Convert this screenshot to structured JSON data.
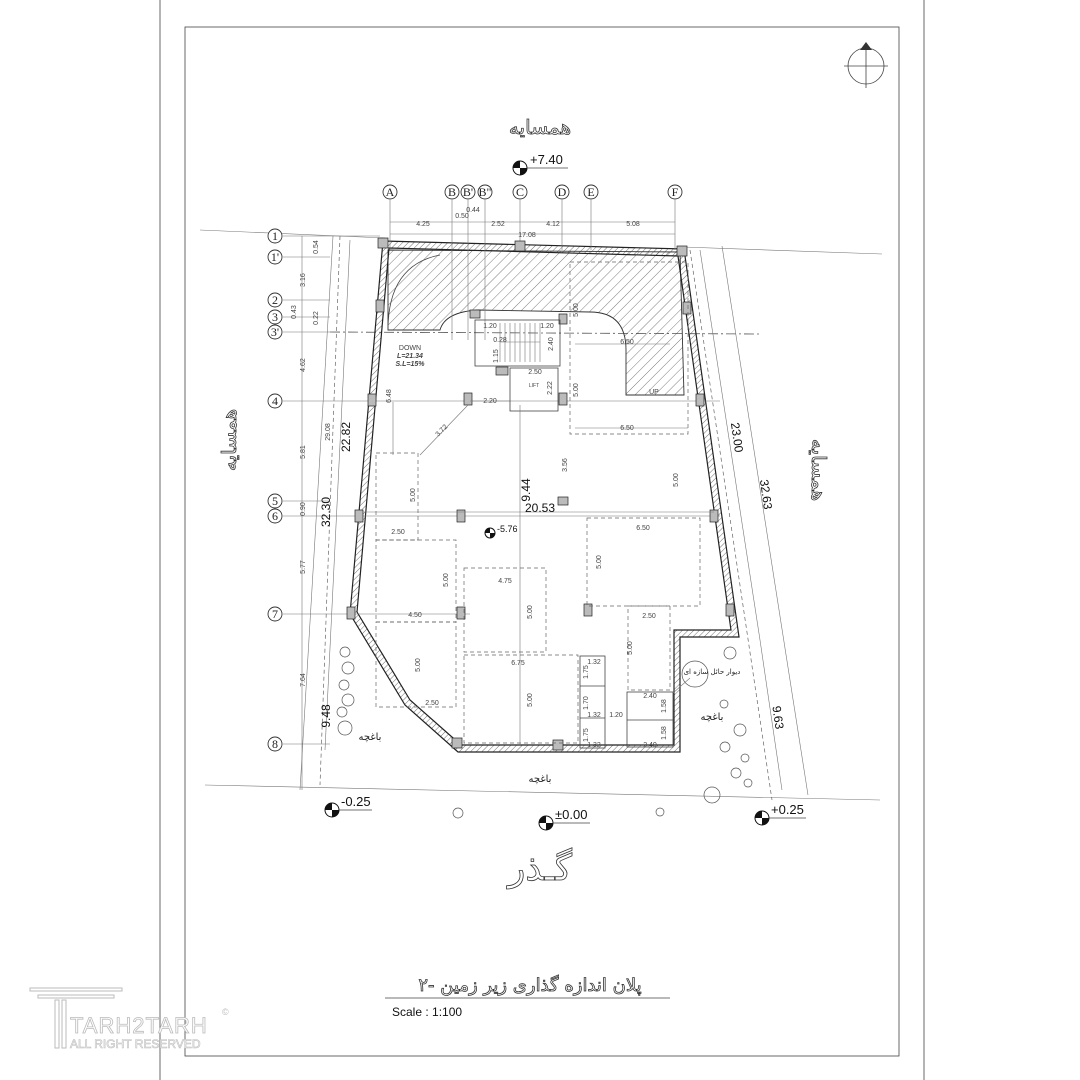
{
  "drawing": {
    "title": "پلان اندازه گذاری زیر زمین -۲",
    "scale": "Scale : 1:100",
    "logo": {
      "brand": "TARH2TARH",
      "rights": "ALL RIGHT RESERVED",
      "copyright": "©"
    },
    "labels": {
      "neighbor_top": "همسایه",
      "neighbor_left": "همسایه",
      "neighbor_right": "همسایه",
      "street": "گـذر",
      "garden_left": "باغچه",
      "garden_right": "باغچه",
      "garden_bottom": "باغچه",
      "retaining_wall": "دیوار حائل سازه ای",
      "ramp_down": "DOWN",
      "ramp_length": "L=21.34",
      "ramp_slope": "S.L=15%",
      "ramp_up": "UP",
      "lift": "LIFT"
    },
    "elevations": {
      "top": "+7.40",
      "floor": "-5.76",
      "left": "-0.25",
      "center": "±0.00",
      "right": "+0.25"
    },
    "grid_columns": [
      "A",
      "B",
      "B'",
      "B\"",
      "C",
      "D",
      "E",
      "F"
    ],
    "grid_rows": [
      "1",
      "1'",
      "2",
      "3",
      "3'",
      "4",
      "5",
      "6",
      "7",
      "8"
    ],
    "top_dims": [
      "4.25",
      "0.50",
      "0.44",
      "2.52",
      "4.12",
      "5.08",
      "17.08"
    ],
    "left_dims": [
      "0.54",
      "3.16",
      "0.43",
      "0.22",
      "4.62",
      "5.81",
      "0.90",
      "5.77",
      "7.64",
      "29.08",
      "32.30",
      "22.82",
      "9.48"
    ],
    "right_dims": [
      "23.00",
      "32.63",
      "9.63"
    ],
    "interior_dims": {
      "width": "20.53",
      "depth": "9.44",
      "d648": "6.48",
      "diag": "3.72",
      "d220": "2.20",
      "d356": "3.56",
      "stair_l": "1.20",
      "stair_r": "1.20",
      "stair_h": "2.40",
      "stair_t": "0.28",
      "stair_s": "1.15",
      "lift_w": "2.50",
      "lift_h": "2.22",
      "p8_top": "6.50",
      "p8_bot": "6.50",
      "p8_h": "5.00",
      "p8_h2": "5.00",
      "p1_h": "5.00",
      "p1_w": "2.50",
      "p2_w": "4.50",
      "p2_h": "5.00",
      "p3_h": "5.00",
      "p3_w": "2.50",
      "p4_w": "4.75",
      "p4_h": "5.00",
      "p5_w": "6.75",
      "p5_h": "5.00",
      "p6_w": "6.50",
      "p6_h": "5.00",
      "p7_w": "2.50",
      "p7_h": "5.00",
      "wc_1": "1.32",
      "wc_2": "1.75",
      "wc_3": "1.70",
      "wc_4": "1.32",
      "wc_5": "1.75",
      "wc_6": "1.32",
      "wc_c": "1.20",
      "st_1": "2.40",
      "st_2": "1.58",
      "st_3": "1.58",
      "st_4": "2.40"
    }
  }
}
